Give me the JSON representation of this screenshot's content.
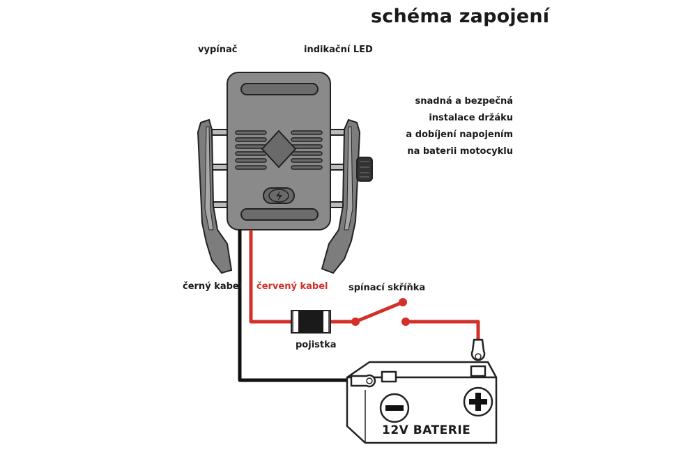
{
  "title": "schéma zapojení",
  "labels": {
    "switch": "vypínač",
    "led": "indikační LED",
    "black_cable": "černý kabel",
    "red_cable": "červený kabel",
    "ignition": "spínací skříňka",
    "fuse": "pojistka",
    "battery": "12V BATERIE",
    "minus": "−",
    "plus": "+"
  },
  "description": [
    "snadná a bezpečná",
    "instalace držáku",
    "a dobíjení napojením",
    "na baterii motocyklu"
  ],
  "colors": {
    "red_wire": "#d3302a",
    "black_wire": "#111111",
    "holder_body": "#8a8a8a",
    "holder_dark": "#555555",
    "outline": "#222222"
  }
}
